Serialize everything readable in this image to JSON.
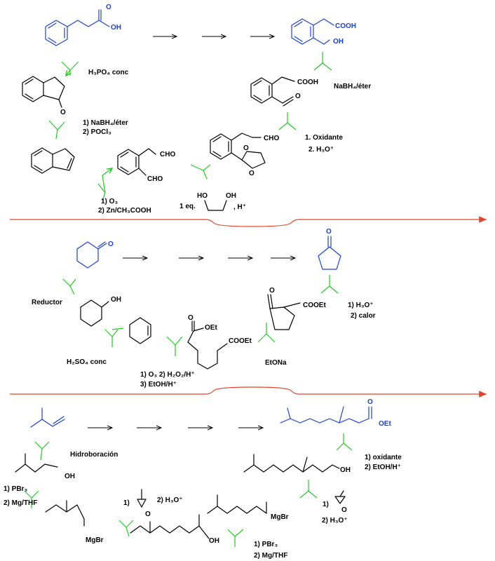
{
  "section1": {
    "start_acid_label": "OH",
    "start_acid_O": "O",
    "target_cooh": "COOH",
    "target_oh": "OH",
    "reagent_h3po4": "H₃PO₄ conc",
    "indanone_O": "O",
    "reagent_nabh4_1": "1) NaBH₄/éter",
    "reagent_pocl3": "2) POCl₃",
    "dialdehyde_cho_top": "CHO",
    "dialdehyde_cho_bottom": "CHO",
    "reagent_o3": "1) O₃",
    "reagent_zn": "2) Zn/CH₃COOH",
    "acetal_cho": "CHO",
    "acetal_O1": "O",
    "acetal_O2": "O",
    "diol_HO": "HO",
    "diol_OH": "OH",
    "reagent_1eq": "1 eq.",
    "reagent_hplus": ", H⁺",
    "acidald_cooh": "COOH",
    "acidald_O": "O",
    "reagent_oxid1": "1. Oxidante",
    "reagent_h3o_1": "2. H₃O⁺",
    "reagent_nabh4_ether": "NaBH₄/éter"
  },
  "section2": {
    "cyclohexanone_O": "O",
    "cyclopentanone_O": "O",
    "reagent_reductor": "Reductor",
    "cyclohexanol_OH": "OH",
    "reagent_h2so4": "H₂SO₄ conc",
    "diester_oet": "OEt",
    "diester_O": "O",
    "diester_cooet": "COOEt",
    "reagent_o3_2": "1) O₃  2) H₂O₂/H⁺",
    "reagent_etoh": "3) EtOH/H⁺",
    "ketoester_O": "O",
    "ketoester_cooet": "COOEt",
    "reagent_etona": "EtONa",
    "reagent_h3o_2": "1) H₃O⁺",
    "reagent_calor": "2) calor"
  },
  "section3": {
    "reagent_hydroboration": "Hidroboración",
    "alcohol1_OH": "OH",
    "target_ester_O": "O",
    "target_ester_oet": "OEt",
    "reagent_pbr3_1": "1) PBr₃",
    "reagent_mgthf_1": "2) Mg/THF",
    "grignard1_mgbr": "MgBr",
    "epoxide1_O": "O",
    "epoxide1_step1": "1)",
    "epoxide1_step2": "2) H₃O⁺",
    "alcohol2_OH": "OH",
    "grignard2_mgbr": "MgBr",
    "reagent_pbr3_2": "1) PBr₃",
    "reagent_mgthf_2": "2) Mg/THF",
    "alcohol3_OH": "OH",
    "epoxide2_O": "O",
    "epoxide2_step1": "1)",
    "epoxide2_step2": "2) H₃O⁺",
    "reagent_oxid3": "1) oxidante",
    "reagent_etoh3": "2) EtOH/H⁺"
  },
  "colors": {
    "target": "#1a3fe0",
    "retro_arrow": "#22cc22",
    "divider": "#e5442a",
    "text": "#000000"
  }
}
